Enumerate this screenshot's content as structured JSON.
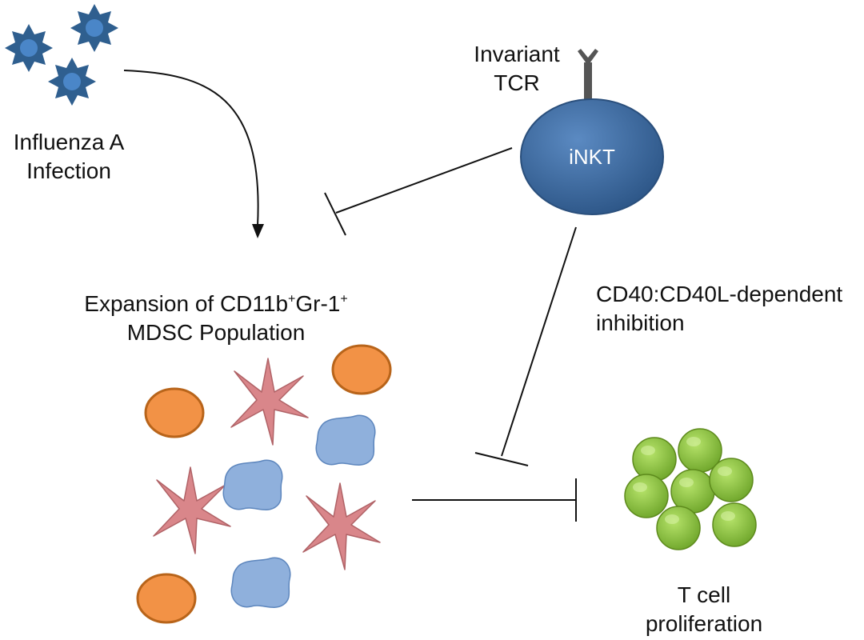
{
  "labels": {
    "influenza_line1": "Influenza A",
    "influenza_line2": "Infection",
    "tcr_line1": "Invariant",
    "tcr_line2": "TCR",
    "inkt": "iNKT",
    "expansion_prefix": "Expansion of CD11b",
    "sup_plus_1": "+",
    "expansion_mid": "Gr-1",
    "sup_plus_2": "+",
    "mdsc_line2": "MDSC Population",
    "cd40_line1": "CD40:CD40L-dependent",
    "cd40_line2": "inhibition",
    "tcell_line1": "T cell",
    "tcell_line2": "proliferation"
  },
  "colors": {
    "virus": "#2f5f8f",
    "virus_core": "#4a86c8",
    "inkt_cell": "#3a68a0",
    "tcr_stalk": "#555555",
    "orange_cell": "#f29246",
    "orange_border": "#b8641a",
    "pink_star": "#d9868a",
    "pink_star_border": "#b06266",
    "blue_blob": "#8fb0dc",
    "blue_blob_border": "#5d86bd",
    "green_cell": "#8cc83a",
    "green_cell_border": "#5d8a1c",
    "line": "#111111"
  },
  "icons": [
    "virus-icon",
    "tcr-receptor-icon",
    "inkt-cell",
    "mdsc-orange-cell",
    "mdsc-star-cell",
    "mdsc-blob-cell",
    "t-cell-cluster"
  ]
}
